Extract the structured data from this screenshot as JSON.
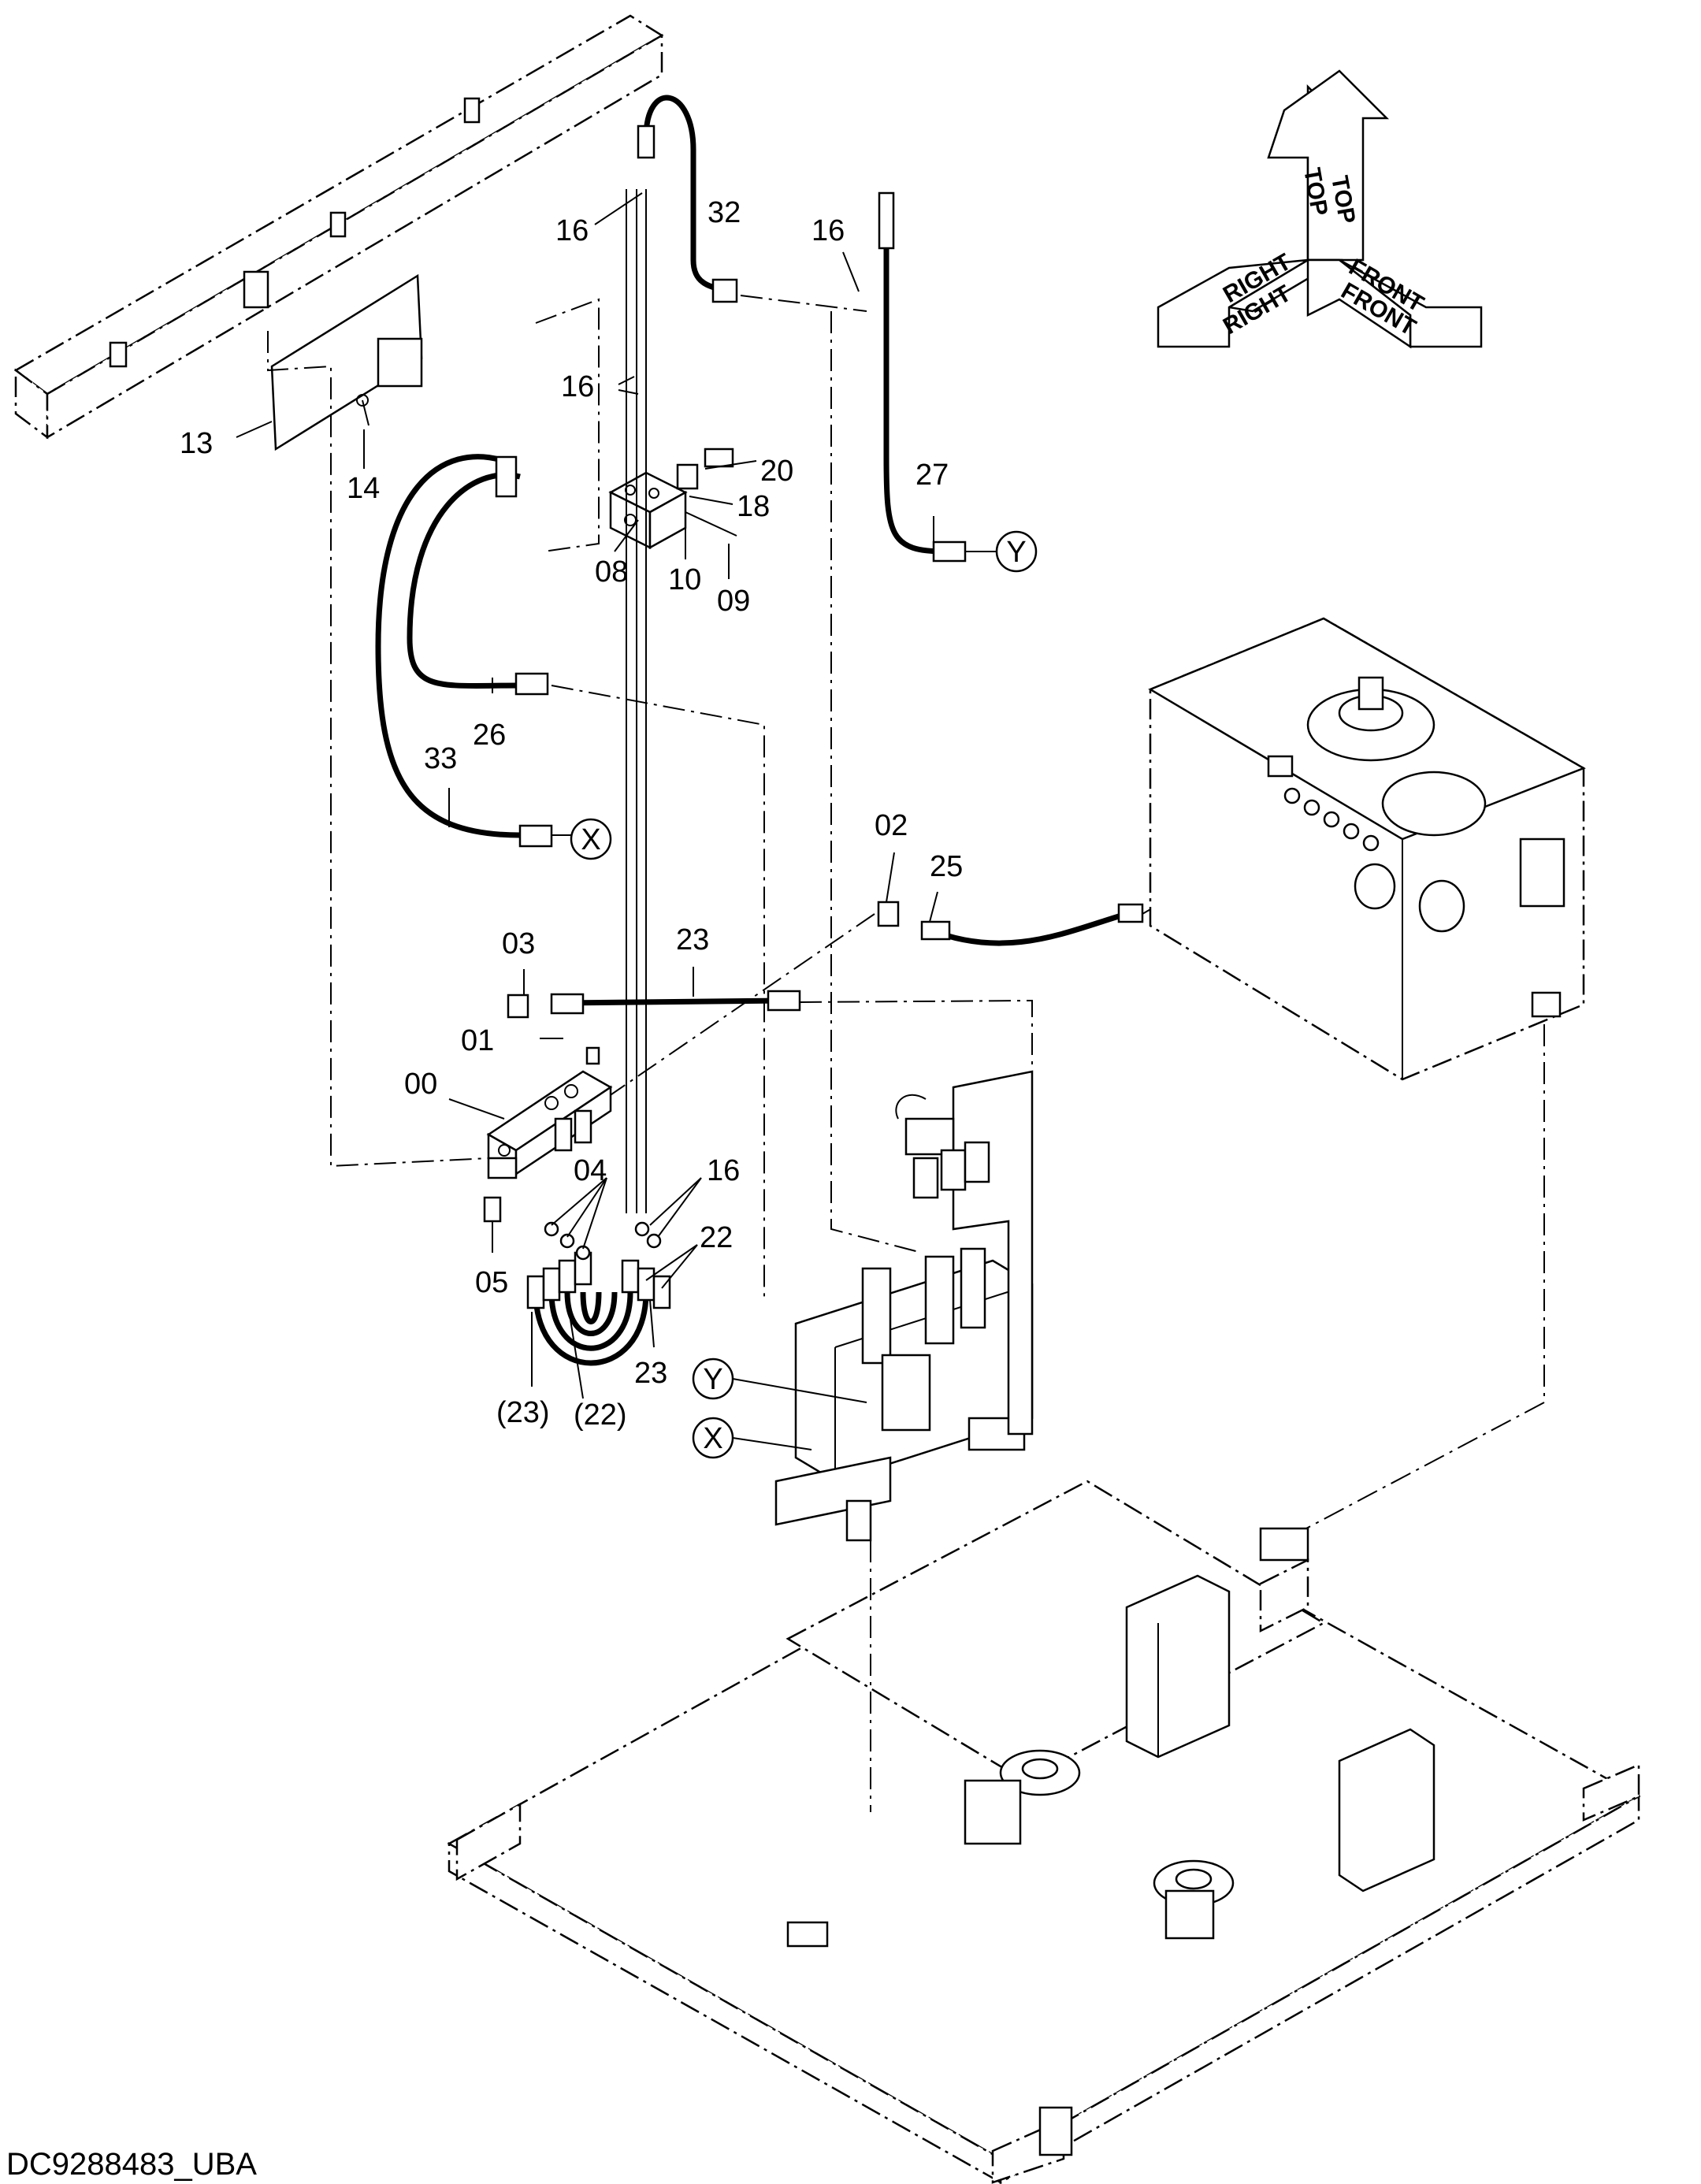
{
  "document_id": "DC9288483_UBA",
  "direction_indicator": {
    "top": "TOP",
    "right": "RIGHT",
    "front": "FRONT"
  },
  "connection_markers": {
    "x": "X",
    "y": "Y"
  },
  "part_labels": [
    {
      "key": "p16a",
      "text": "16"
    },
    {
      "key": "p32",
      "text": "32"
    },
    {
      "key": "p16b",
      "text": "16"
    },
    {
      "key": "p16c",
      "text": "16"
    },
    {
      "key": "p13",
      "text": "13"
    },
    {
      "key": "p14",
      "text": "14"
    },
    {
      "key": "p20",
      "text": "20"
    },
    {
      "key": "p18",
      "text": "18"
    },
    {
      "key": "p08",
      "text": "08"
    },
    {
      "key": "p10",
      "text": "10"
    },
    {
      "key": "p09",
      "text": "09"
    },
    {
      "key": "p27",
      "text": "27"
    },
    {
      "key": "p26",
      "text": "26"
    },
    {
      "key": "p33",
      "text": "33"
    },
    {
      "key": "p02",
      "text": "02"
    },
    {
      "key": "p25",
      "text": "25"
    },
    {
      "key": "p03",
      "text": "03"
    },
    {
      "key": "p23a",
      "text": "23"
    },
    {
      "key": "p01",
      "text": "01"
    },
    {
      "key": "p00",
      "text": "00"
    },
    {
      "key": "p04",
      "text": "04"
    },
    {
      "key": "p16d",
      "text": "16"
    },
    {
      "key": "p22",
      "text": "22"
    },
    {
      "key": "p05",
      "text": "05"
    },
    {
      "key": "p23b",
      "text": "23"
    },
    {
      "key": "p23c",
      "text": "(23)"
    },
    {
      "key": "p22b",
      "text": "(22)"
    }
  ]
}
